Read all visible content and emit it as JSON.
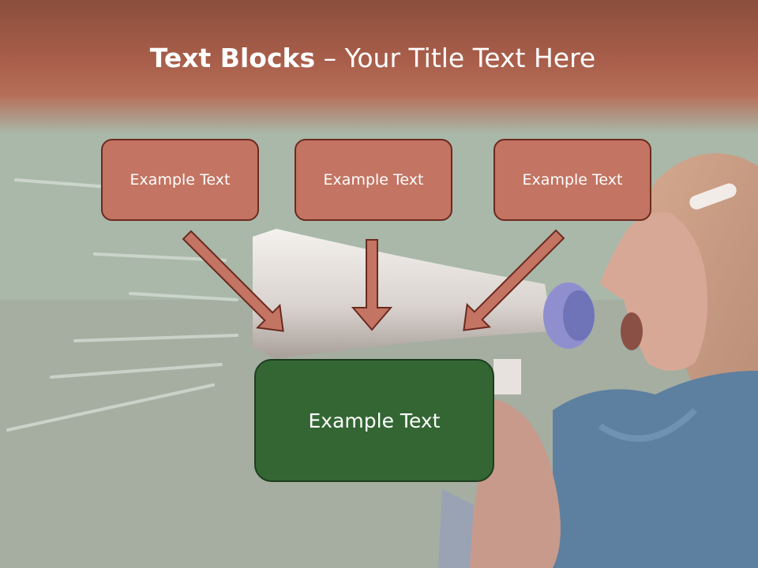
{
  "slide": {
    "title_bold": "Text Blocks",
    "title_dash": " – ",
    "title_rest": "Your Title Text Here",
    "boxes": [
      {
        "label": "Example Text"
      },
      {
        "label": "Example Text"
      },
      {
        "label": "Example Text"
      }
    ],
    "main_box": {
      "label": "Example Text"
    },
    "icons": [
      "arrow-down-right",
      "arrow-down",
      "arrow-down-left"
    ]
  },
  "colors": {
    "header": "#a85e4a",
    "box_fill": "#c37462",
    "box_border": "#6b2a20",
    "main_box_fill": "#336633",
    "arrow_fill": "#c37462",
    "title_text": "#ffffff"
  }
}
